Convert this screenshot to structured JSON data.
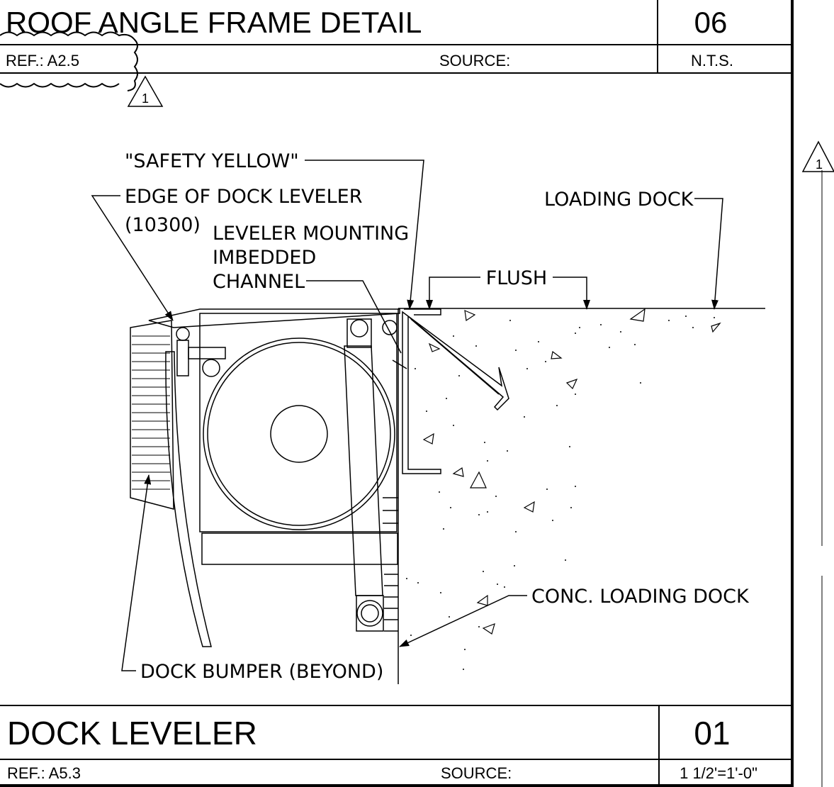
{
  "top_block": {
    "title": "ROOF ANGLE FRAME DETAIL",
    "number": "06",
    "ref": "REF.: A2.5",
    "source": "SOURCE:",
    "scale": "N.T.S."
  },
  "revision": {
    "tag": "1"
  },
  "labels": {
    "safety_yellow": "\"SAFETY YELLOW\"",
    "edge_of_dock_leveler": "EDGE OF DOCK LEVELER",
    "spec_section": "(10300)",
    "leveler_mounting": "LEVELER MOUNTING",
    "imbedded": "IMBEDDED",
    "channel": "CHANNEL",
    "flush": "FLUSH",
    "loading_dock": "LOADING DOCK",
    "conc_loading_dock": "CONC. LOADING DOCK",
    "dock_bumper": "DOCK BUMPER (BEYOND)"
  },
  "bottom_block": {
    "title": "DOCK LEVELER",
    "number": "01",
    "ref": "REF.: A5.3",
    "source": "SOURCE:",
    "scale": "1 1/2'=1'-0\""
  }
}
